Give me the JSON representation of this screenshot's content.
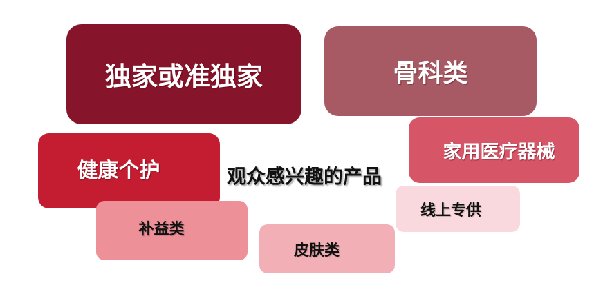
{
  "center_title": "观众感兴趣的产品",
  "categories": [
    {
      "id": "exclusive",
      "label": "独家或准独家",
      "color": "#86142A"
    },
    {
      "id": "ortho",
      "label": "骨科类",
      "color": "#A85A64"
    },
    {
      "id": "home_devices",
      "label": "家用医疗器械",
      "color": "#D65668"
    },
    {
      "id": "health_care",
      "label": "健康个护",
      "color": "#C41C30"
    },
    {
      "id": "tonic",
      "label": "补益类",
      "color": "#EE9098"
    },
    {
      "id": "skin",
      "label": "皮肤类",
      "color": "#F2B0B6"
    },
    {
      "id": "online",
      "label": "线上专供",
      "color": "#F9D9DE"
    }
  ]
}
